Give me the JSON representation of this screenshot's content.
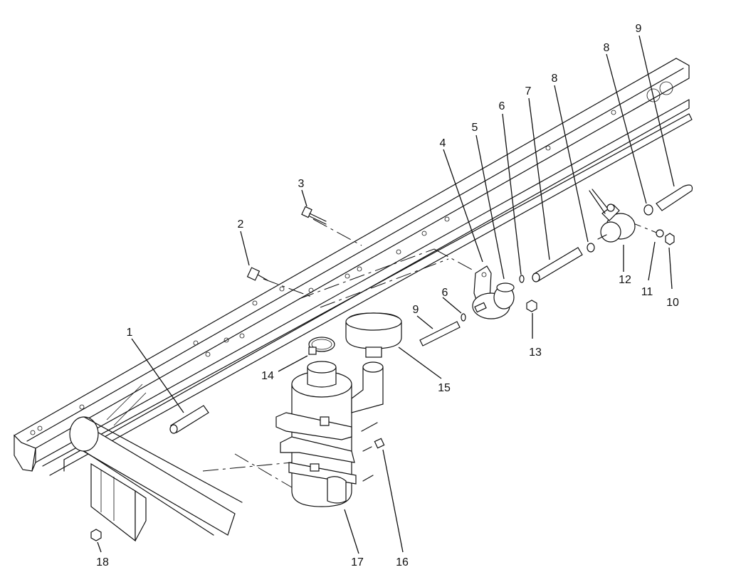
{
  "callouts": {
    "c1": "1",
    "c2": "2",
    "c3": "3",
    "c4": "4",
    "c5": "5",
    "c6a": "6",
    "c6b": "6",
    "c7": "7",
    "c8a": "8",
    "c8b": "8",
    "c9a": "9",
    "c9b": "9",
    "c10": "10",
    "c11": "11",
    "c12": "12",
    "c13": "13",
    "c14": "14",
    "c15": "15",
    "c16": "16",
    "c17": "17",
    "c18": "18"
  }
}
